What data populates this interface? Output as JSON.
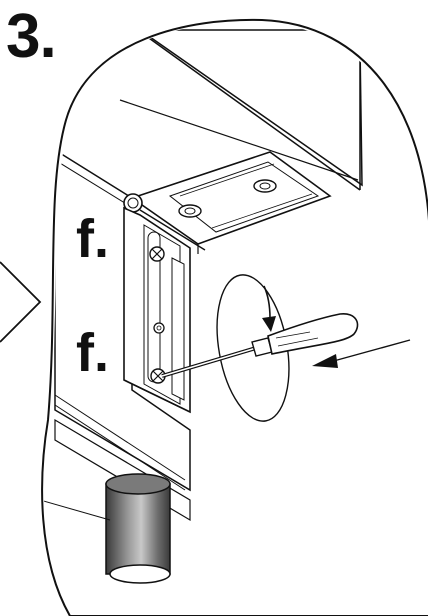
{
  "step": {
    "number_label": "3."
  },
  "callouts": {
    "top_label": "f.",
    "bottom_label": "f."
  },
  "colors": {
    "line": "#111111",
    "fill": "#ffffff",
    "leg_dark": "#4a4a4a",
    "leg_mid": "#8a8a8a"
  },
  "icons": {
    "screw": "phillips-screw-icon",
    "screwdriver": "screwdriver-icon",
    "arrow": "direction-arrow-icon"
  }
}
